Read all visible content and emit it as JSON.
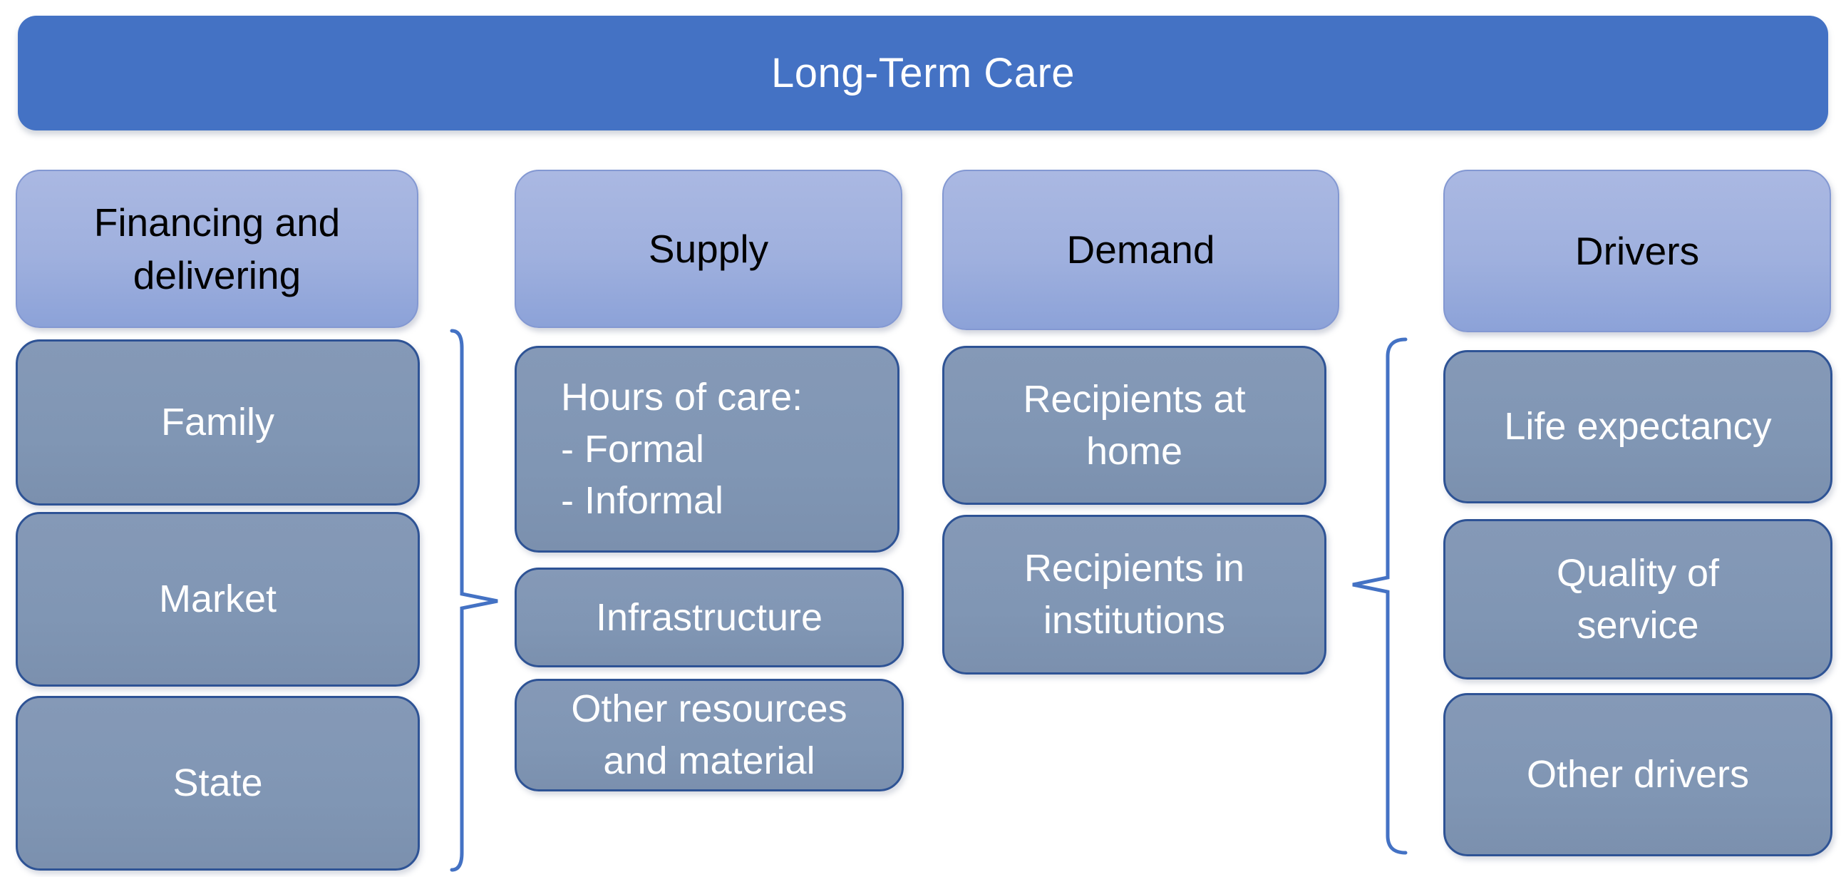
{
  "title": "Long-Term Care",
  "colors": {
    "banner_fill": "#4472C4",
    "banner_text": "#FFFFFF",
    "header_fill_top": "#AAB8E2",
    "header_fill_bottom": "#8CA2D8",
    "header_text": "#000000",
    "item_fill": "#8096B4",
    "item_border": "#2E5395",
    "item_text": "#FFFFFF",
    "brace": "#4472C4"
  },
  "columns": [
    {
      "header": {
        "lines": [
          "Financing and",
          "delivering"
        ]
      },
      "items": [
        {
          "lines": [
            "Family"
          ]
        },
        {
          "lines": [
            "Market"
          ]
        },
        {
          "lines": [
            "State"
          ]
        }
      ]
    },
    {
      "header": {
        "lines": [
          "Supply"
        ]
      },
      "items": [
        {
          "lines": [
            "Hours of care:",
            "- Formal",
            "- Informal"
          ]
        },
        {
          "lines": [
            "Infrastructure"
          ]
        },
        {
          "lines": [
            "Other resources",
            "and material"
          ]
        }
      ]
    },
    {
      "header": {
        "lines": [
          "Demand"
        ]
      },
      "items": [
        {
          "lines": [
            "Recipients at",
            "home"
          ]
        },
        {
          "lines": [
            "Recipients in",
            "institutions"
          ]
        }
      ]
    },
    {
      "header": {
        "lines": [
          "Drivers"
        ]
      },
      "items": [
        {
          "lines": [
            "Life expectancy"
          ]
        },
        {
          "lines": [
            "Quality of",
            "service"
          ]
        },
        {
          "lines": [
            "Other drivers"
          ]
        }
      ]
    }
  ],
  "braces": [
    {
      "name": "brace-financing-to-supply",
      "points": "right"
    },
    {
      "name": "brace-drivers-to-demand",
      "points": "left"
    }
  ]
}
